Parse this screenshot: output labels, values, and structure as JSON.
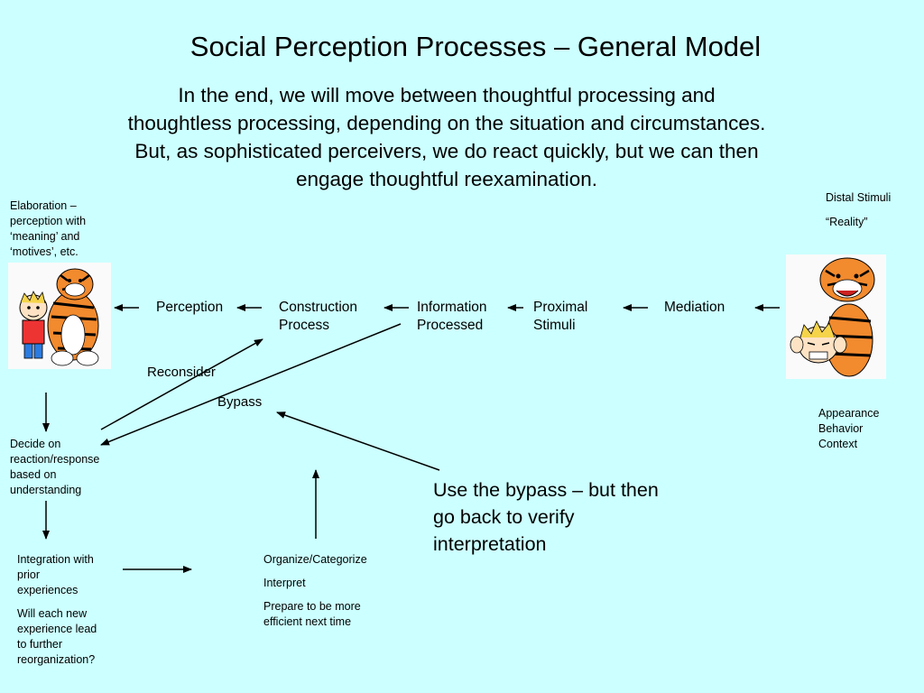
{
  "title": "Social Perception Processes – General Model",
  "intro": "In the end, we will move between thoughtful processing and thoughtless processing, depending on the situation and circumstances.  But, as sophisticated perceivers, we do react quickly, but we can then engage thoughtful reexamination.",
  "elaboration": "Elaboration –\nperception with\n‘meaning’ and\n‘motives’, etc.",
  "distal": {
    "line1": "Distal Stimuli",
    "line2": "“Reality”"
  },
  "nodes": {
    "perception": "Perception",
    "construction": "Construction\nProcess",
    "information": "Information\nProcessed",
    "proximal": "Proximal\nStimuli",
    "mediation": "Mediation"
  },
  "labels": {
    "reconsider": "Reconsider",
    "bypass": "Bypass"
  },
  "appearance": "Appearance\nBehavior\nContext",
  "decide": "Decide on\nreaction/response\nbased on\nunderstanding",
  "integration": {
    "p1": "Integration with\nprior\nexperiences",
    "p2": "Will each new\nexperience lead\nto further\nreorganization?"
  },
  "organize": {
    "line1": "Organize/Categorize",
    "line2": "Interpret",
    "line3": "Prepare to be more\nefficient next time"
  },
  "note": "Use the bypass – but then go back to verify interpretation",
  "images": {
    "left": "cartoon-boy-and-tiger-sitting",
    "right": "cartoon-tiger-over-boy"
  },
  "colors": {
    "background": "#ccffff",
    "arrow": "#000000"
  }
}
